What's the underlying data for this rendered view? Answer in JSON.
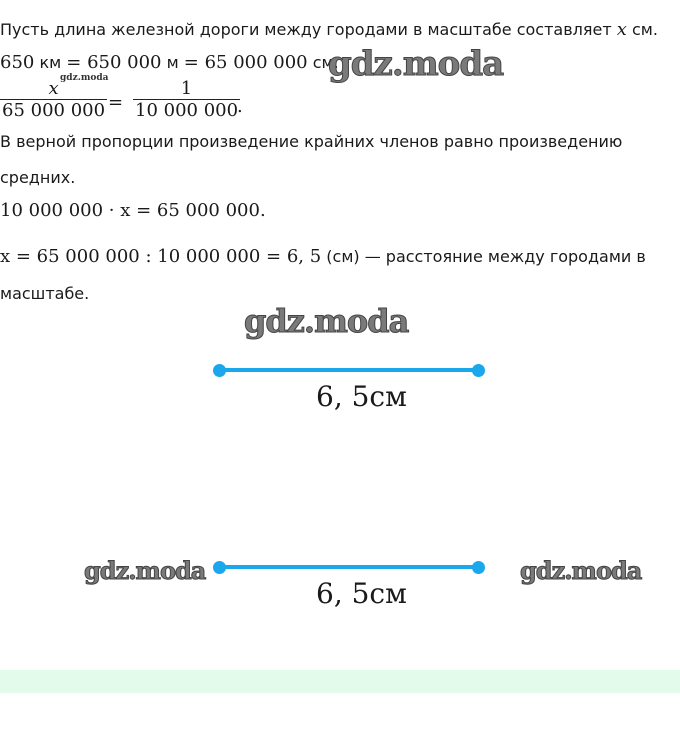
{
  "lines": {
    "l1_text": "Пусть длина железной дороги между городами в масштабе составляет ",
    "l1_var": "x",
    "l1_end": " см.",
    "l2_a": "650",
    "l2_km": " км ",
    "l2_b": "= 650 000",
    "l2_m": " м ",
    "l2_c": "= 65 000 000",
    "l2_cm": " см.",
    "frac1_num": "x",
    "frac1_den": "65 000 000",
    "eq": "=",
    "frac2_num": "1",
    "frac2_den": "10 000 000",
    "frac_end": ".",
    "l4": "В верной пропорции произведение крайних членов равно произведению",
    "l5": "средних.",
    "l6": "10 000 000 · x = 65 000 000.",
    "l7_math": "x = 65 000 000 : 10 000 000 = 6, 5",
    "l7_text": " (см) — расстояние между городами в",
    "l8": "масштабе."
  },
  "watermark": "gdz.moda",
  "segments": [
    {
      "label": "6, 5см"
    },
    {
      "label": "6, 5см"
    }
  ],
  "colors": {
    "segment": "#1aa7ec",
    "band": "#e2fbeb"
  }
}
